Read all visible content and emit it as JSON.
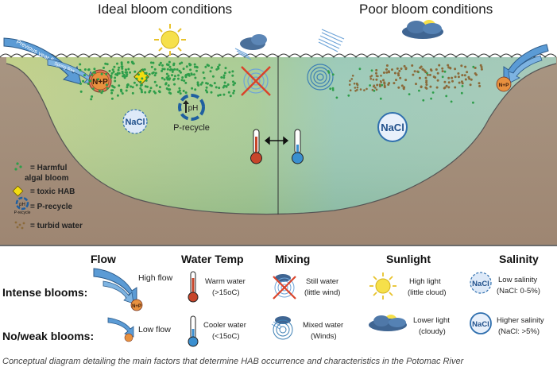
{
  "titles": {
    "left": "Ideal bloom conditions",
    "right": "Poor bloom conditions"
  },
  "scene": {
    "arrow_labels": {
      "previous_year_flow": "Previous year flow",
      "spring_flow": "Spring flow"
    },
    "nutrients": "N+P",
    "salinity_low_label": "NaCl",
    "salinity_high_label": "NaCl",
    "ph_label": "pH",
    "p_recycle_label": "P-recycle",
    "small_nutrients": "N+P"
  },
  "legend": {
    "items": [
      {
        "line1": "= Harmful",
        "line2": "algal bloom"
      },
      {
        "line1": "= toxic HAB",
        "line2": ""
      },
      {
        "line1": "= P-recycle",
        "line2": ""
      },
      {
        "line1": "= turbid water",
        "line2": ""
      }
    ],
    "prec_mini": "P-recycle",
    "ph_mini": "pH"
  },
  "table": {
    "headers": [
      "Flow",
      "Water Temp",
      "Mixing",
      "Sunlight",
      "Salinity"
    ],
    "rows": [
      {
        "label": "Intense blooms:",
        "flow": "High flow",
        "temp": [
          "Warm water",
          "(>15oC)"
        ],
        "mixing": [
          "Still water",
          "(little wind)"
        ],
        "sunlight": [
          "High light",
          "(little cloud)"
        ],
        "salinity": [
          "Low salinity",
          "(NaCl:  0-5%)"
        ]
      },
      {
        "label": "No/weak blooms:",
        "flow": "Low flow",
        "temp": [
          "Cooler water",
          "(<15oC)"
        ],
        "mixing": [
          "Mixed water",
          "(Winds)"
        ],
        "sunlight": [
          "Lower light",
          "(cloudy)"
        ],
        "salinity": [
          "Higher salinity",
          "(NaCl:  >5%)"
        ]
      }
    ],
    "icon_nacl": "NaCl",
    "icon_np": "N+P"
  },
  "caption": "Conceptual diagram detailing the main factors that determine HAB occurrence and characteristics in the Potomac River",
  "colors": {
    "water_left": "#b5c98a",
    "water_right": "#9ec9c5",
    "bank": "#a38c7a",
    "hab": "#2e9e4a",
    "turbid": "#8b6a3a",
    "toxic": "#f3dd10",
    "sun": "#f6e04a",
    "arrow": "#5b9bd5"
  }
}
